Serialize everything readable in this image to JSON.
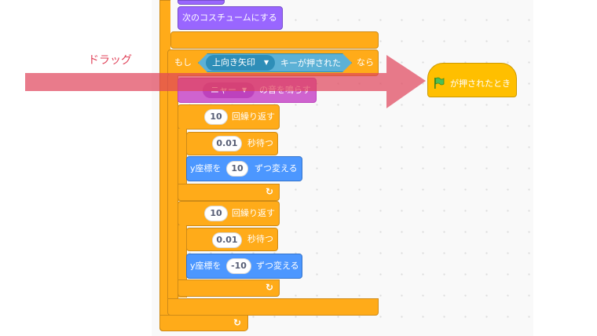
{
  "annotation": {
    "drag_label": "ドラッグ"
  },
  "blocks": {
    "next_costume": "次のコスチュームにする",
    "if_label": "もし",
    "key_option": "上向き矢印",
    "key_pressed": "キーが押された",
    "then_label": "なら",
    "sound_option": "ニャー",
    "sound_play": "の音を鳴らす",
    "repeat1_count": "10",
    "repeat_label": "回繰り返す",
    "wait1_value": "0.01",
    "wait_label": "秒待つ",
    "change_y_label": "y座標を",
    "change1_value": "10",
    "change_suffix": "ずつ変える",
    "repeat2_count": "10",
    "wait2_value": "0.01",
    "change2_value": "-10",
    "green_flag": "が押されたとき"
  },
  "colors": {
    "control": "#ffab19",
    "looks": "#9966ff",
    "sound": "#cf63cf",
    "motion": "#4c97ff",
    "sensing": "#5cb1d6",
    "events": "#ffbf00",
    "drag_arrow": "#e0435a"
  }
}
